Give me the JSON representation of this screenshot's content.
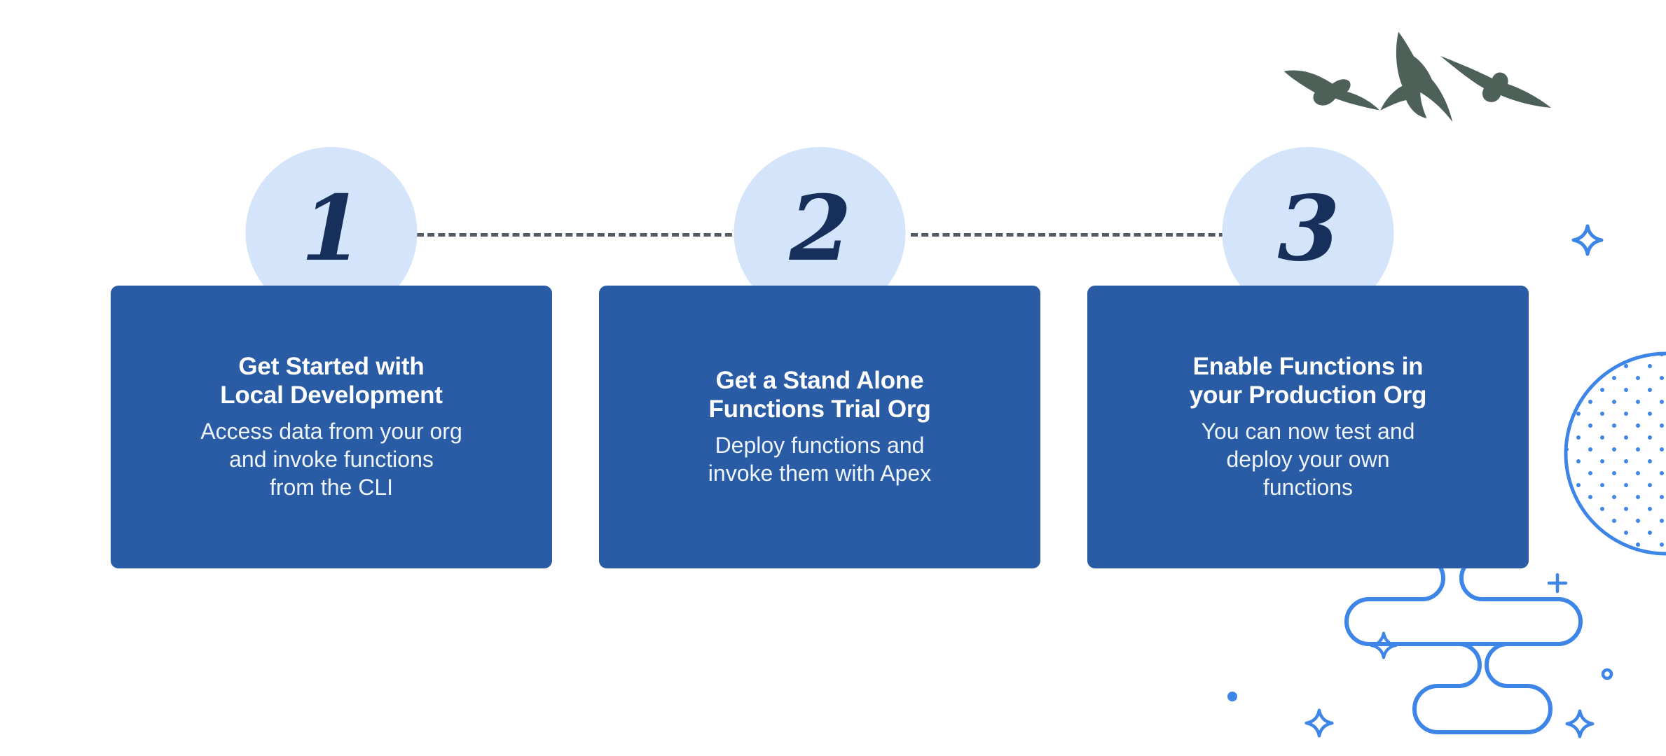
{
  "page": {
    "title": "Salesforce Functions Getting Started Steps",
    "background_color": "#ffffff"
  },
  "colors": {
    "card_blue": "#2a5ca6",
    "badge_light_blue": "#d3e4fb",
    "numeral_navy": "#16305b",
    "accent_blue": "#3e85e8",
    "connector_grey": "#555b63",
    "bird_grey_green": "#4e6159"
  },
  "steps": [
    {
      "number": "1",
      "title": "Get Started with\nLocal Development",
      "description": "Access data from your org\nand invoke functions\nfrom the CLI"
    },
    {
      "number": "2",
      "title": "Get a Stand Alone\nFunctions Trial Org",
      "description": "Deploy functions and\ninvoke them with Apex"
    },
    {
      "number": "3",
      "title": "Enable Functions in\nyour Production Org",
      "description": "You can now test and\ndeploy your own\nfunctions"
    }
  ],
  "decorations": {
    "birds": "three-birds-flying-silhouette",
    "dotted_circle": "dot-grid-circle",
    "squiggle": "winding-rounded-path",
    "sparkles": [
      "sparkle-top-right",
      "sparkle-bottom-left",
      "sparkle-bottom-center",
      "sparkle-bottom-right"
    ],
    "plus": "plus-mark",
    "ring": "small-ring",
    "dot": "small-dot"
  }
}
